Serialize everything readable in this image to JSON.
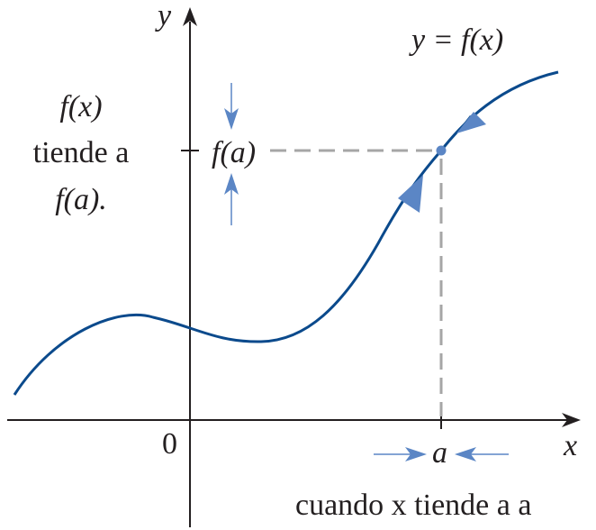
{
  "labels": {
    "y_axis": "y",
    "x_axis": "x",
    "origin": "0",
    "function_label": "y = f(x)",
    "fa_tick": "f(a)",
    "a_tick": "a",
    "left_text_line1": "f(x)",
    "left_text_line2": "tiende a",
    "left_text_line3": "f(a).",
    "bottom_text": "cuando x tiende a a"
  },
  "colors": {
    "curve": "#0b4a8c",
    "arrow": "#5b86c5",
    "axis": "#231f20",
    "dashed": "#a6a6a6",
    "point": "#5b86c5"
  }
}
